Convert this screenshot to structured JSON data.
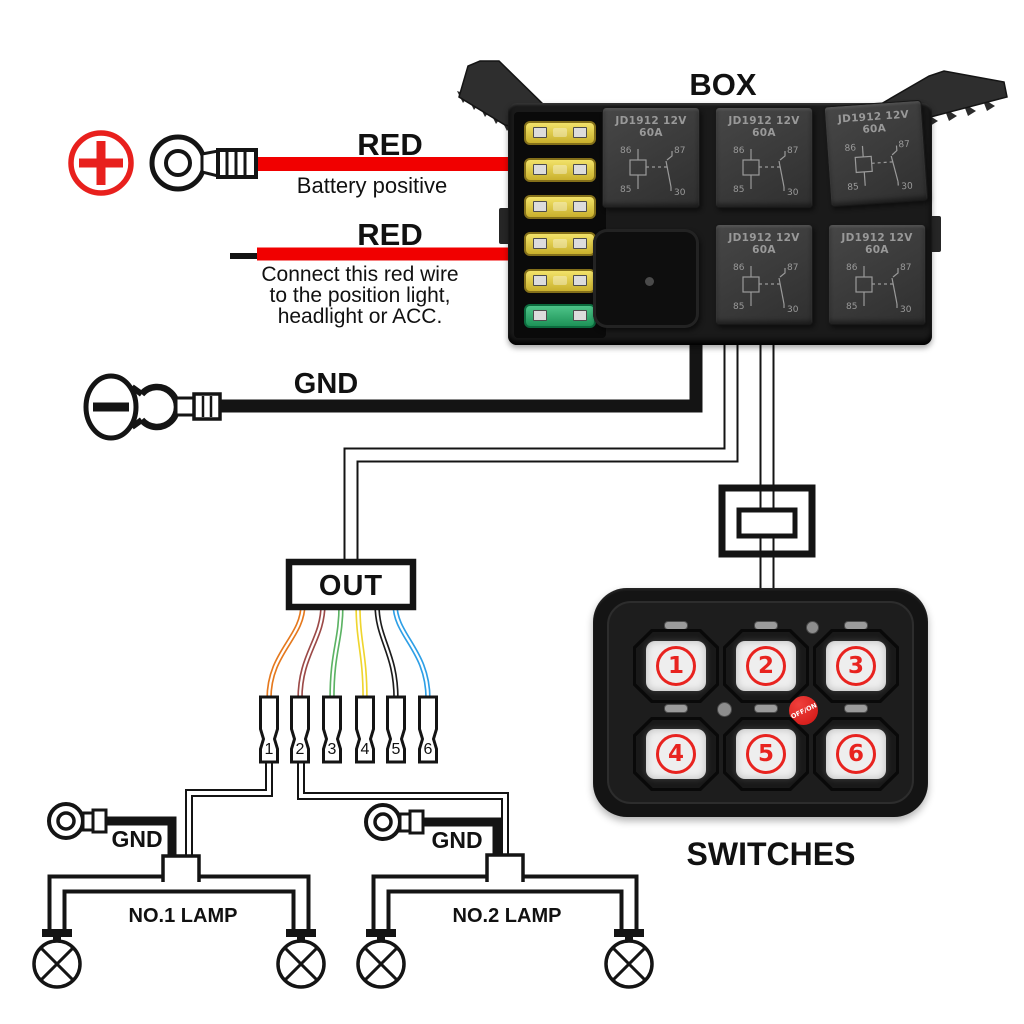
{
  "colors": {
    "accent_red": "#f10000",
    "diagram_line": "#141414",
    "fuse_yellow": "#e3cc3f",
    "fuse_green": "#2aa968",
    "panel_body": "#141414",
    "button_face": "#eeeeee",
    "button_number_red": "#e8231f"
  },
  "box": {
    "title": "BOX",
    "relay_label": "JD1912 12V 60A",
    "relay_pins": {
      "coil_top": "86",
      "contact_top": "87",
      "coil_bottom": "85",
      "contact_bottom": "30"
    }
  },
  "battery": {
    "positive_symbol": "+",
    "negative_symbol": "−"
  },
  "red_wire_1": {
    "label": "RED",
    "caption": "Battery positive"
  },
  "red_wire_2": {
    "label": "RED",
    "caption_lines": [
      "Connect this red wire",
      "to the position light,",
      "headlight or ACC."
    ]
  },
  "gnd_wire": {
    "label": "GND"
  },
  "out": {
    "label": "OUT",
    "terminals": [
      "1",
      "2",
      "3",
      "4",
      "5",
      "6"
    ],
    "wire_colors": [
      "#e5791e",
      "#9c4a48",
      "#5cb364",
      "#efd52e",
      "#1c1c1c",
      "#2e9fe6"
    ]
  },
  "switches": {
    "label": "SWITCHES",
    "buttons": [
      "1",
      "2",
      "3",
      "4",
      "5",
      "6"
    ],
    "power_label": "OFF/ON"
  },
  "lamp_circuits": [
    {
      "gnd_label": "GND",
      "label": "NO.1 LAMP"
    },
    {
      "gnd_label": "GND",
      "label": "NO.2 LAMP"
    }
  ]
}
